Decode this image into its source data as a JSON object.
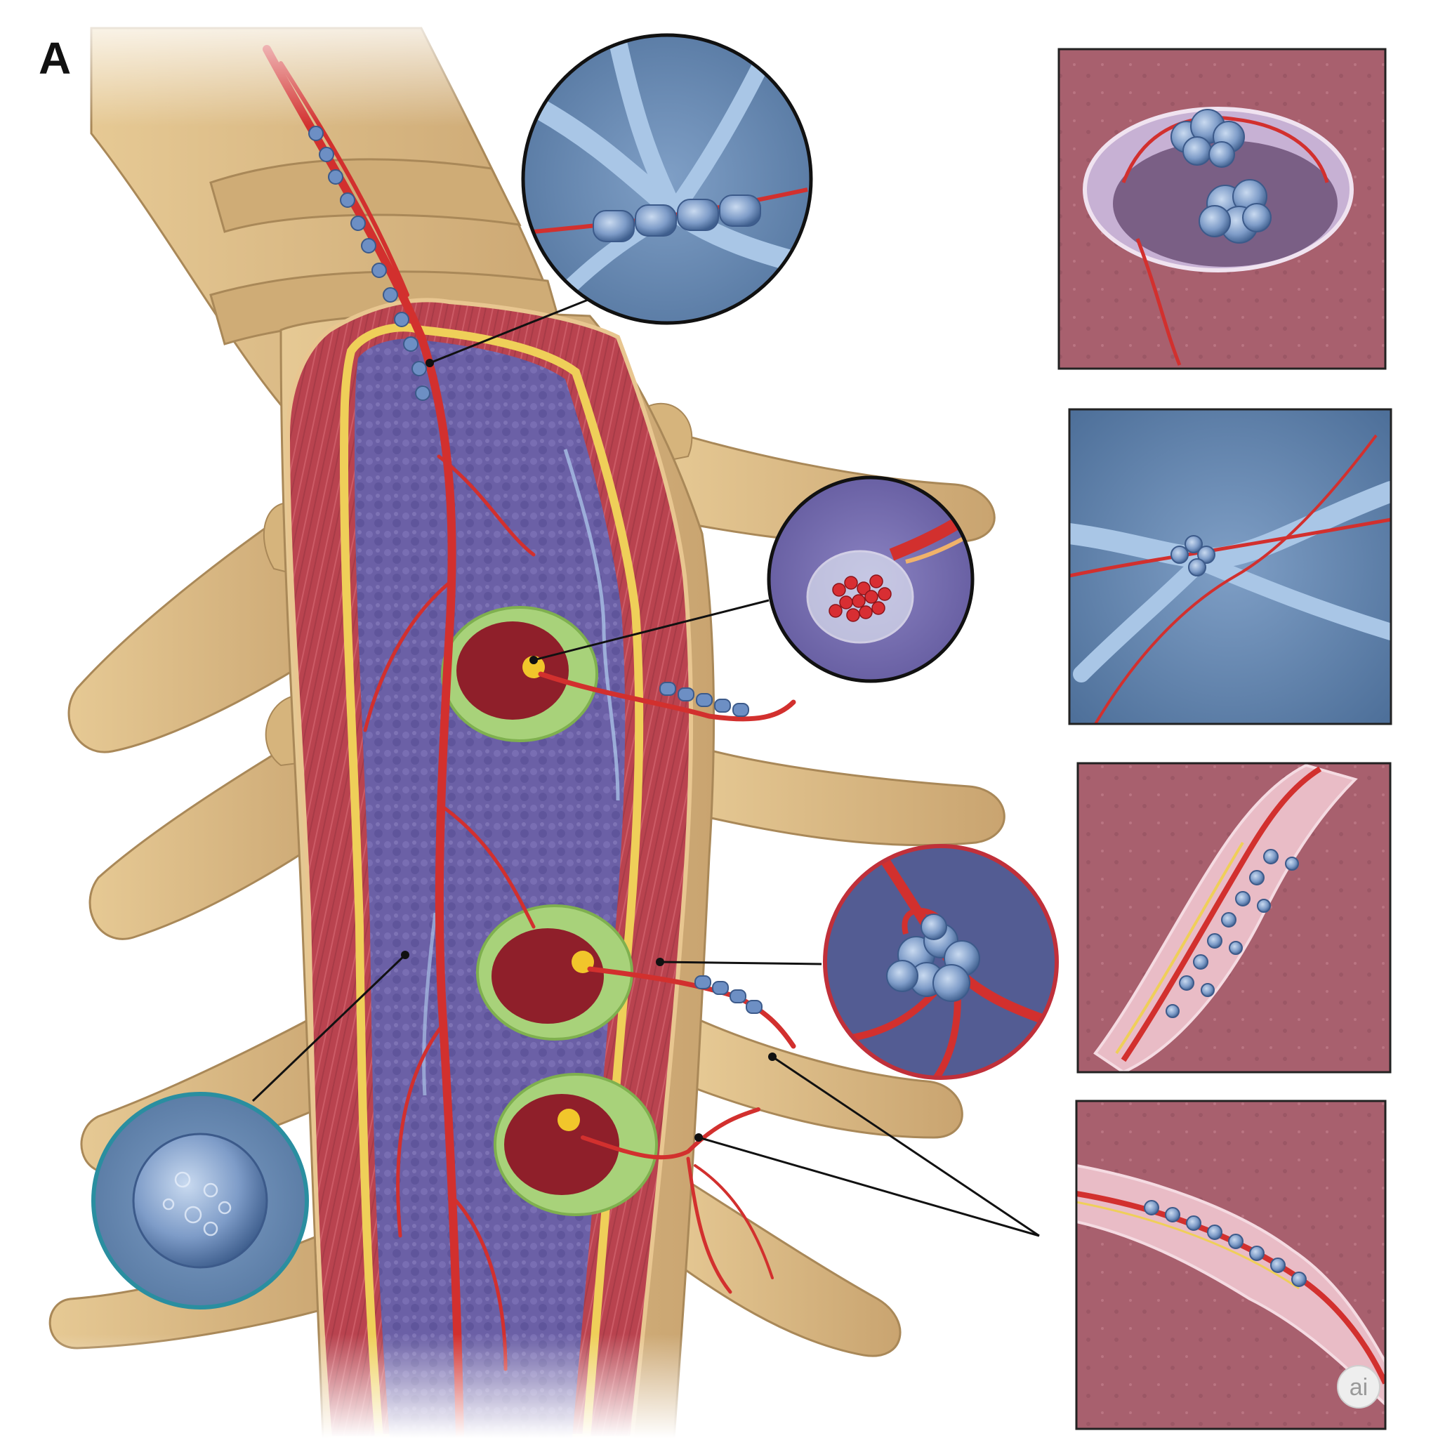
{
  "figure": {
    "panel_label": "A",
    "watermark_text": "ai"
  },
  "colors": {
    "bone": "#d9b884",
    "bone_shadow": "#b8925c",
    "muscle": "#b8444f",
    "marrow": "#6a5ea3",
    "vessel": "#d2302e",
    "nerve": "#e6c84a",
    "cells": "#6d8fc4",
    "cyst_green": "#a8d27a",
    "inset_blue": "#5c7ea8",
    "inset_pink": "#a85e6c"
  },
  "insets": [
    {
      "id": "inset-circle-1",
      "subject": "network"
    },
    {
      "id": "inset-circle-2",
      "subject": "capsule"
    },
    {
      "id": "inset-circle-3",
      "subject": "cluster"
    },
    {
      "id": "inset-circle-4",
      "subject": "single-cell"
    },
    {
      "id": "inset-square-1",
      "subject": "pit"
    },
    {
      "id": "inset-square-2",
      "subject": "network"
    },
    {
      "id": "inset-square-3",
      "subject": "vessel-cells"
    },
    {
      "id": "inset-square-4",
      "subject": "vessel-cells"
    }
  ]
}
